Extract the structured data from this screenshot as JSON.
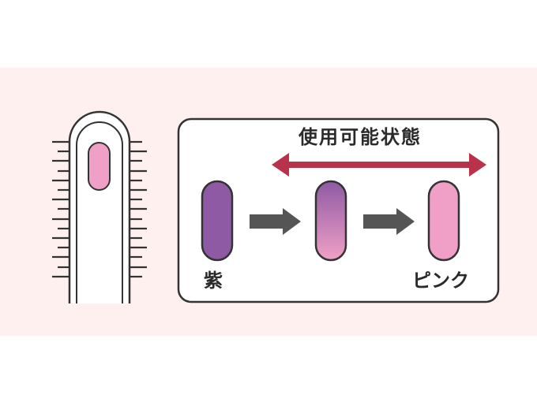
{
  "title": "使用可能状態",
  "start_label": "紫",
  "end_label": "ピンク",
  "colors": {
    "background_band": "#fdf0ee",
    "purple": "#8e5aa3",
    "pink": "#f0a0c6",
    "arrow_gray": "#555555",
    "double_arrow": "#b8334a",
    "outline": "#333333"
  }
}
